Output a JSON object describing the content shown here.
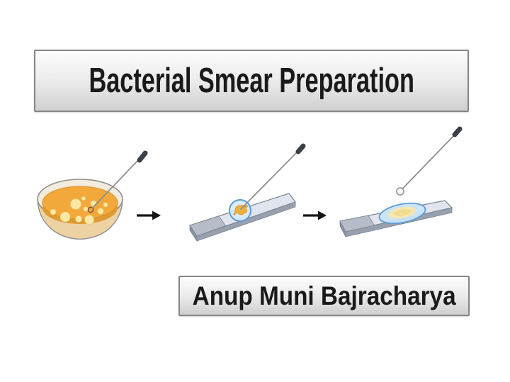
{
  "slide": {
    "title": "Bacterial Smear Preparation",
    "author": "Anup Muni Bajracharya"
  },
  "illustration": {
    "description_names": {
      "step1_icon": "petri-dish-with-colonies",
      "step2_icon": "slide-with-inoculum-drop",
      "step3_icon": "slide-with-spread-smear",
      "tool_icon": "inoculation-loop",
      "connector_icon": "right-arrow"
    }
  },
  "colors": {
    "background": "#ffffff",
    "box_border": "#868686",
    "box_fill_top": "#fdfdfd",
    "box_fill_bottom": "#cfcfcf",
    "text_color": "#1a1a1a",
    "agar": "#f3a83b",
    "dish_body": "#edd2a3",
    "colony": "#fae9a6",
    "slide_face": "#e1e6ee",
    "slide_frost": "#b6bdc9",
    "drop_fill": "#d8eaf8",
    "drop_stroke": "#5b9bd5",
    "inoculum": "#edaf3f",
    "smear_inner": "#f5e7ae",
    "loop_wire": "#8e8e8e",
    "loop_handle": "#3b3f47",
    "arrow": "#151515"
  }
}
